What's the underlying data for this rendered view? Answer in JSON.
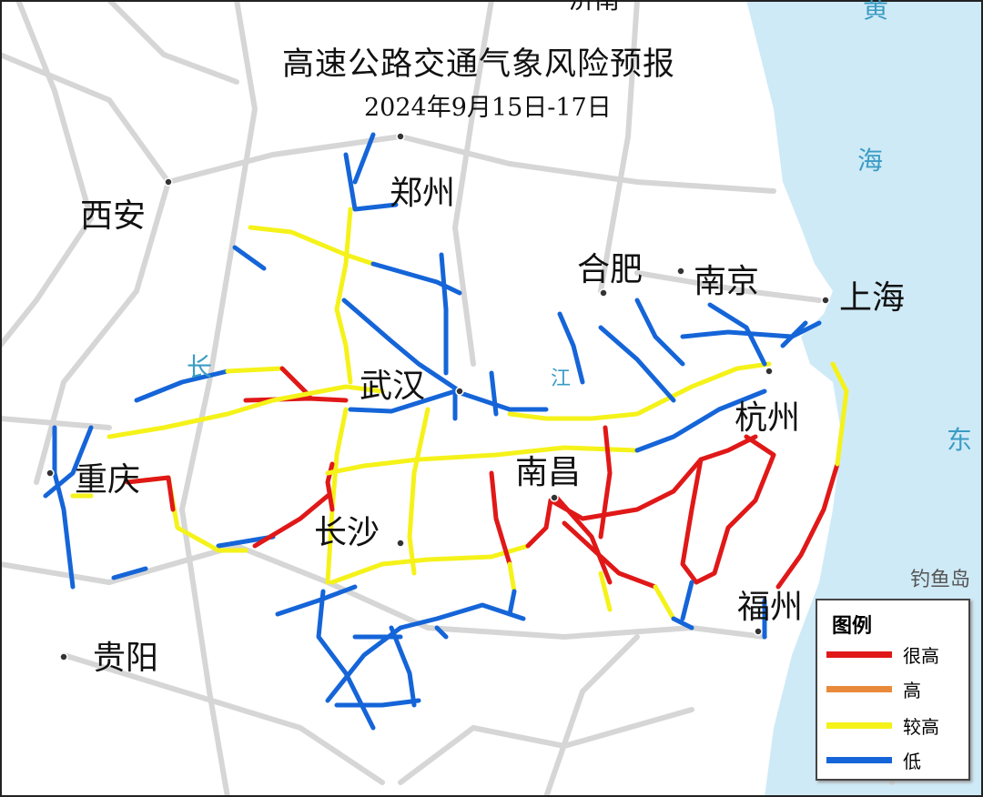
{
  "title": "高速公路交通气象风险预报",
  "subtitle": "2024年9月15日-17日",
  "cities": [
    {
      "name": "郑州"
    },
    {
      "name": "西安"
    },
    {
      "name": "合肥"
    },
    {
      "name": "南京"
    },
    {
      "name": "上海"
    },
    {
      "name": "武汉"
    },
    {
      "name": "杭州"
    },
    {
      "name": "重庆"
    },
    {
      "name": "南昌"
    },
    {
      "name": "长沙"
    },
    {
      "name": "福州"
    },
    {
      "name": "贵阳"
    }
  ],
  "map_labels": {
    "top_city_partial": "济南",
    "yangtze_1": "长",
    "yangtze_2": "江",
    "sea_yellow": "黄",
    "sea_east_1": "海",
    "sea_east_2": "东",
    "island": "钓鱼岛"
  },
  "legend": {
    "title": "图例",
    "items": [
      {
        "label": "很高",
        "color": "#e01818"
      },
      {
        "label": "高",
        "color": "#e88a3a"
      },
      {
        "label": "较高",
        "color": "#f5f21a"
      },
      {
        "label": "低",
        "color": "#1565d8"
      }
    ]
  },
  "colors": {
    "sea": "#cfeaf7",
    "land": "#ffffff",
    "background_roads": "#d6d6d6"
  }
}
